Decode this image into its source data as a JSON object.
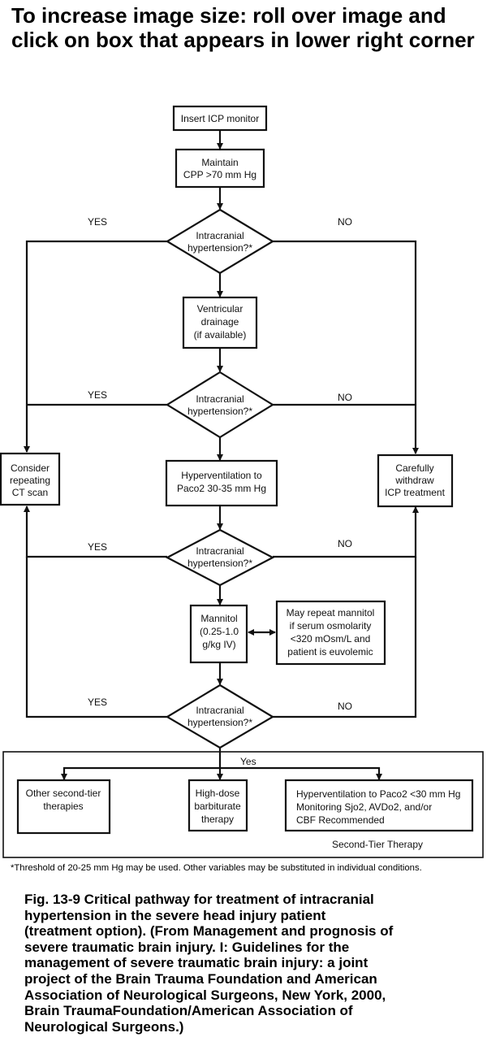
{
  "header": {
    "title": "To increase image size: roll over image and click on box that appears in lower right corner"
  },
  "flowchart": {
    "insert_icp": "Insert ICP monitor",
    "maintain_cpp": [
      "Maintain",
      "CPP >70 mm Hg"
    ],
    "decision": [
      "Intracranial",
      "hypertension?*"
    ],
    "yes": "YES",
    "no": "NO",
    "ventricular": [
      "Ventricular",
      "drainage",
      "(if available)"
    ],
    "consider_ct": [
      "Consider",
      "repeating",
      "CT scan"
    ],
    "withdraw": [
      "Carefully",
      "withdraw",
      "ICP treatment"
    ],
    "hyperventilation": [
      "Hyperventilation to",
      "Paco2 30-35 mm Hg"
    ],
    "mannitol": [
      "Mannitol",
      "(0.25-1.0",
      "g/kg IV)"
    ],
    "repeat_mannitol": [
      "May repeat mannitol",
      "if serum osmolarity",
      "<320 mOsm/L and",
      "patient is euvolemic"
    ],
    "second_tier": {
      "yes": "Yes",
      "other": [
        "Other second-tier",
        "therapies"
      ],
      "barbiturate": [
        "High-dose",
        "barbiturate",
        "therapy"
      ],
      "hyper": [
        "Hyperventilation to Paco2 <30 mm Hg",
        "Monitoring Sjo2, AVDo2, and/or",
        "CBF Recommended"
      ],
      "label": "Second-Tier Therapy"
    }
  },
  "footnote": "*Threshold of 20-25 mm Hg may be used. Other variables may be substituted in individual conditions.",
  "caption": [
    "Fig. 13-9 Critical pathway for treatment of intracranial",
    "hypertension in the severe head injury patient",
    "(treatment option). (From Management and prognosis of",
    "severe traumatic brain injury. I: Guidelines for the",
    "management of severe traumatic brain injury: a joint",
    "project of the Brain Trauma Foundation and American",
    "Association of Neurological Surgeons, New York, 2000,",
    "Brain TraumaFoundation/American Association of",
    "Neurological Surgeons.)"
  ]
}
